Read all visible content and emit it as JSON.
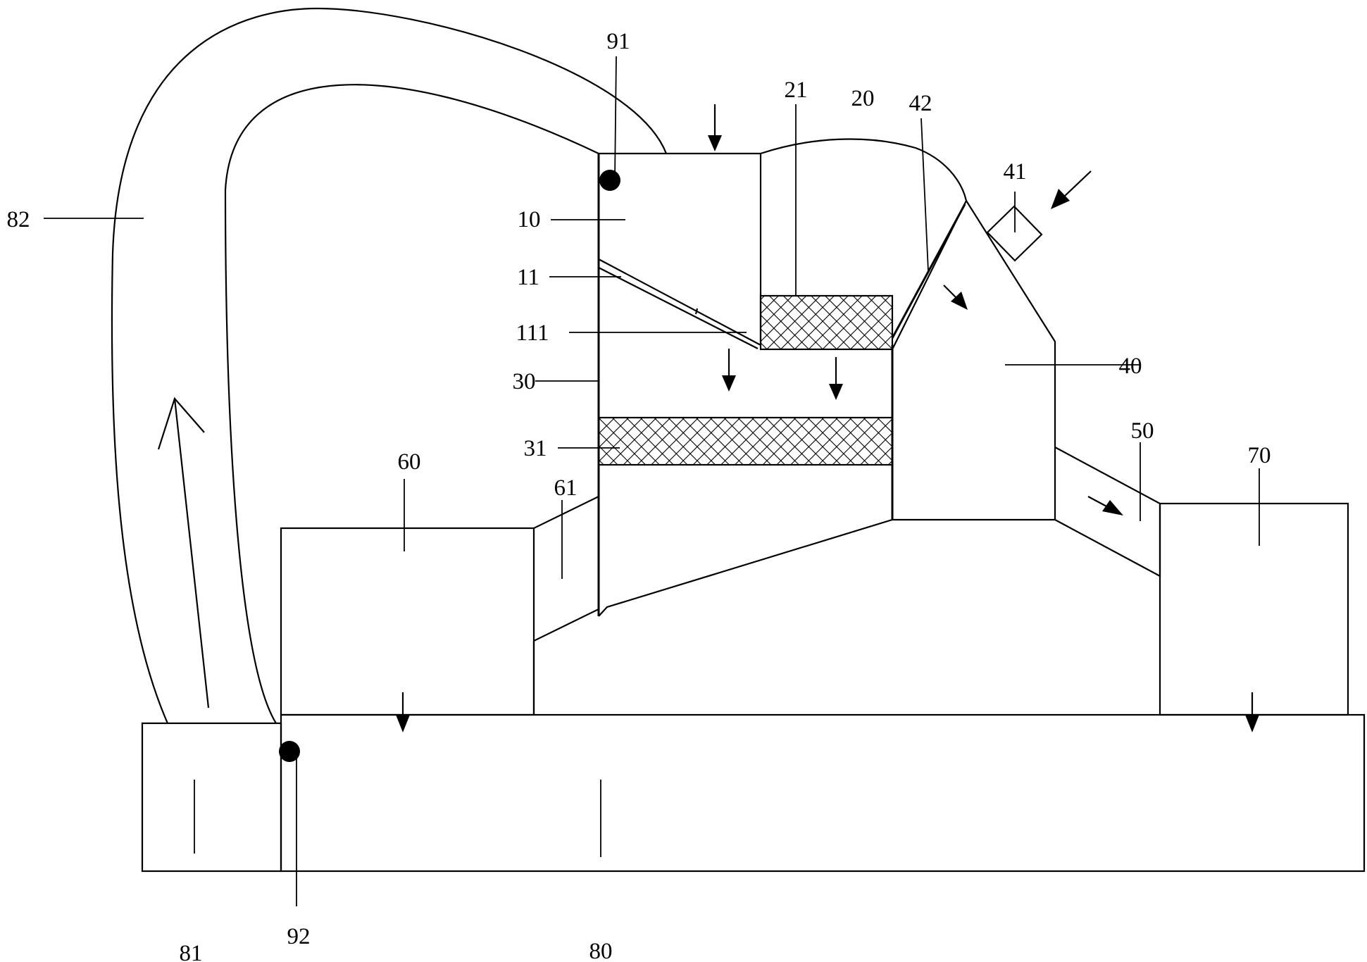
{
  "labels": {
    "l82": "82",
    "l91": "91",
    "l21": "21",
    "l20": "20",
    "l42": "42",
    "l41": "41",
    "l10": "10",
    "l11": "11",
    "l111": "111",
    "l30": "30",
    "l40": "40",
    "l50": "50",
    "l31": "31",
    "l60": "60",
    "l61": "61",
    "l70": "70",
    "l81": "81",
    "l92": "92",
    "l80": "80"
  },
  "colors": {
    "line": "#000000",
    "background": "#ffffff"
  }
}
